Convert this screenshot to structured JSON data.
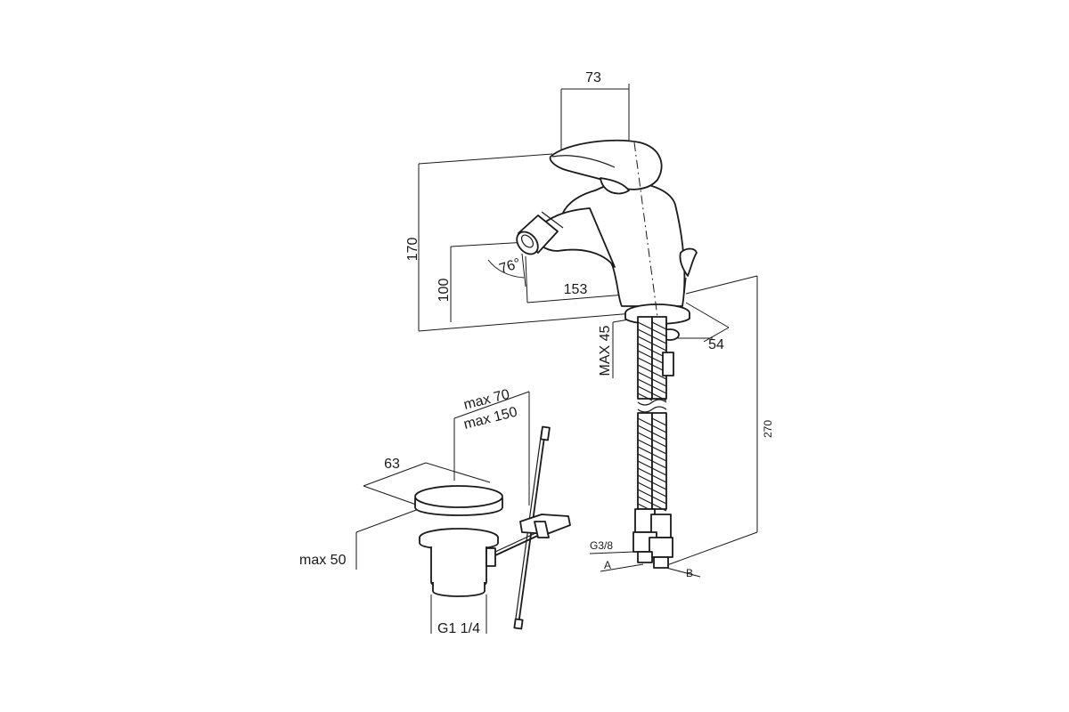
{
  "labels": {
    "w73": "73",
    "h170": "170",
    "h100": "100",
    "angle": "76°",
    "reach153": "153",
    "max45": "MAX 45",
    "d54": "54",
    "h270": "270",
    "g38": "G3/8",
    "a": "A",
    "b": "B",
    "max70": "max 70",
    "max150": "max 150",
    "d63": "63",
    "max50": "max 50",
    "g114": "G1 1/4"
  }
}
